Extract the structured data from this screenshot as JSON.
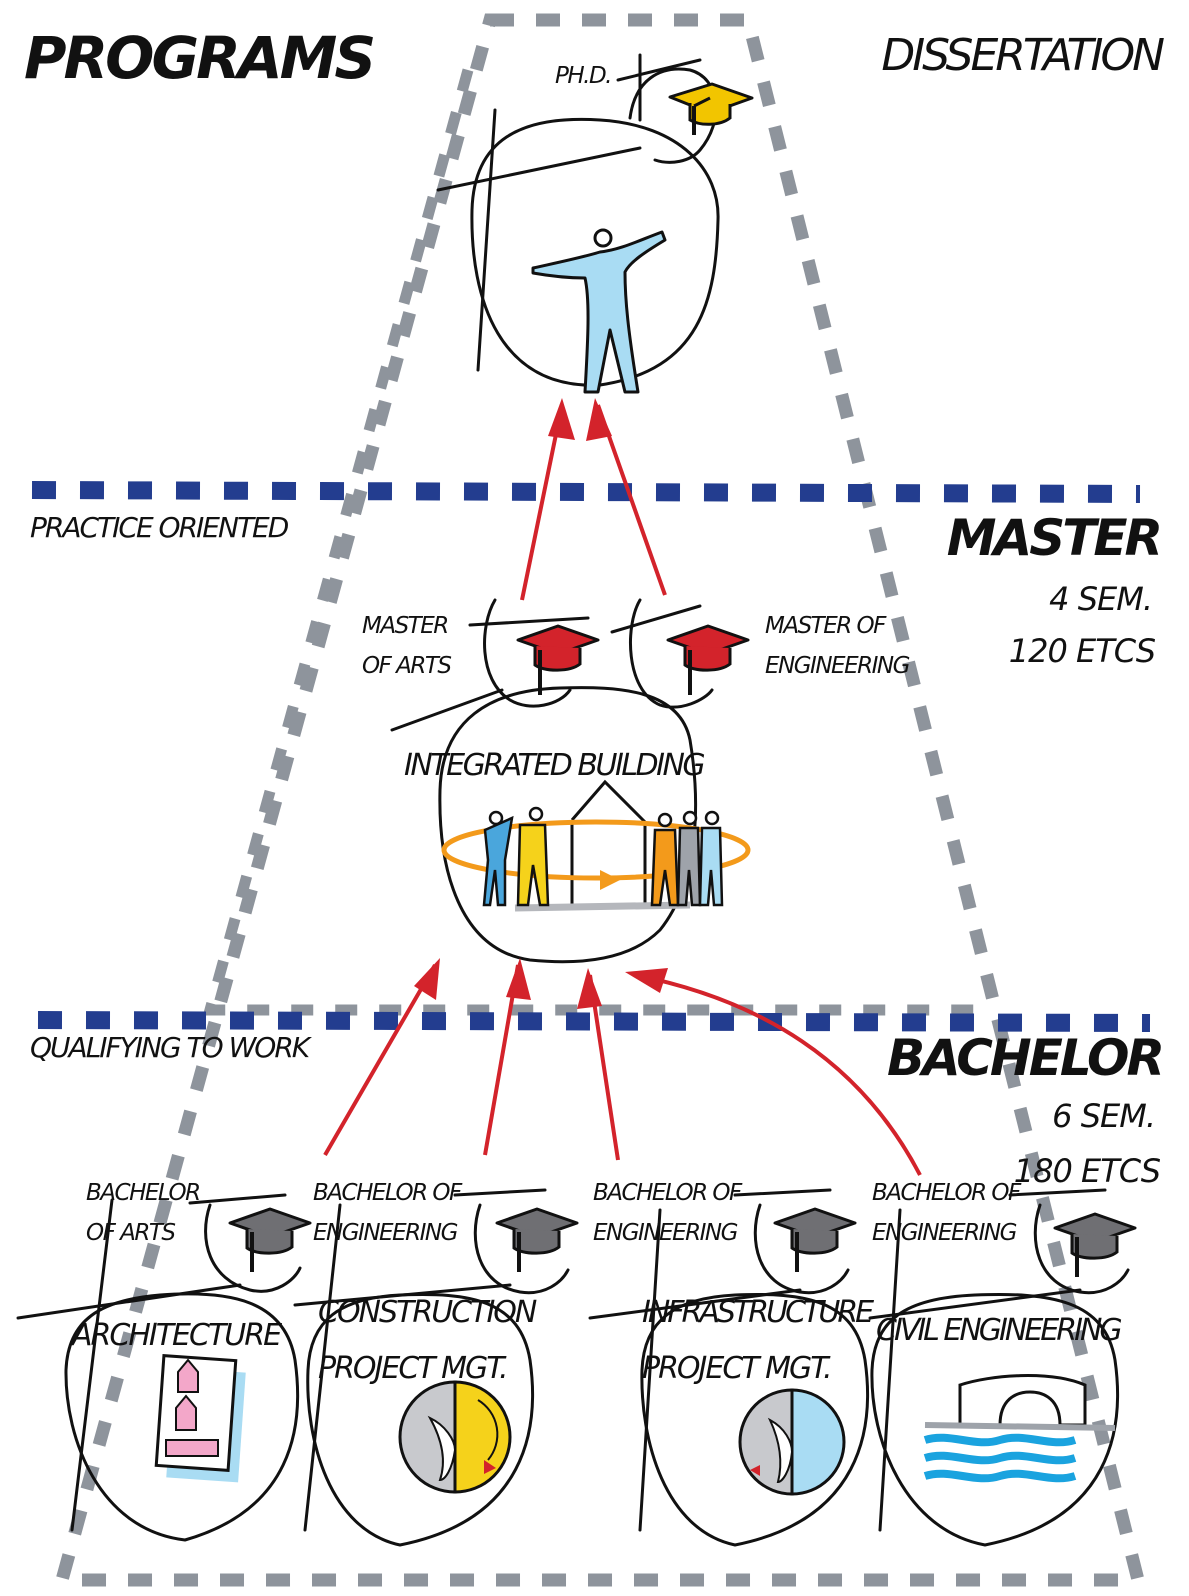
{
  "title": "PROGRAMS",
  "colors": {
    "outline": "#8e949c",
    "level_line": "#233d8f",
    "arrow": "#d3232b",
    "phd_cap": "#f2c500",
    "master_cap": "#d3232b",
    "bachelor_cap": "#6f6f73",
    "person_blue": "#a9dcf3",
    "orange": "#f39a1b"
  },
  "levels": {
    "phd": {
      "title": "DISSERTATION",
      "degree": "PH.D."
    },
    "master": {
      "title": "MASTER",
      "semesters": "4 SEM.",
      "credits": "120 ETCS",
      "note": "PRACTICE ORIENTED",
      "degrees": [
        "MASTER OF ARTS",
        "MASTER OF ENGINEERING"
      ],
      "degree_lines": [
        [
          "MASTER",
          "OF ARTS"
        ],
        [
          "MASTER OF",
          "ENGINEERING"
        ]
      ],
      "program": "INTEGRATED BUILDING"
    },
    "bachelor": {
      "title": "BACHELOR",
      "semesters": "6 SEM.",
      "credits": "180 ETCS",
      "note": "QUALIFYING TO WORK",
      "programs": [
        {
          "degree_lines": [
            "BACHELOR",
            "OF ARTS"
          ],
          "name_lines": [
            "ARCHITECTURE"
          ],
          "icon": "building-plan-icon"
        },
        {
          "degree_lines": [
            "BACHELOR OF",
            "ENGINEERING"
          ],
          "name_lines": [
            "CONSTRUCTION",
            "PROJECT MGT."
          ],
          "icon": "clock-yellow-icon"
        },
        {
          "degree_lines": [
            "BACHELOR OF",
            "ENGINEERING"
          ],
          "name_lines": [
            "INFRASTRUCTURE",
            "PROJECT MGT."
          ],
          "icon": "clock-blue-icon"
        },
        {
          "degree_lines": [
            "BACHELOR OF",
            "ENGINEERING"
          ],
          "name_lines": [
            "CIVIL ENGINEERING"
          ],
          "icon": "bridge-water-icon"
        }
      ]
    }
  }
}
